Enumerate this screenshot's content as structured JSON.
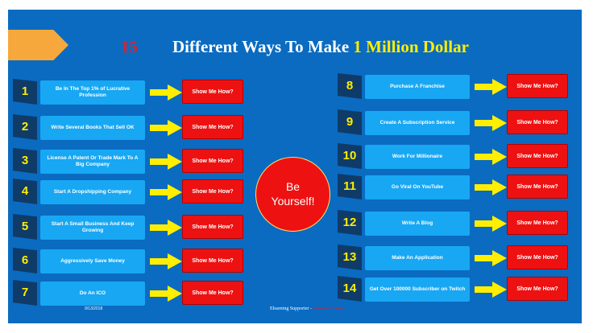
{
  "title": {
    "number": "15",
    "text": "Different Ways To Make",
    "highlight": "1 Million Dollar"
  },
  "center_text": "Be\nYourself!",
  "date": "9/13/2018",
  "footer": {
    "text": "Elearning Supporter - ",
    "link": "Youtube Course"
  },
  "left_items": [
    {
      "num": "1",
      "label": "Be In The Top 1% of Lucrative Profession",
      "button": "Show Me How?"
    },
    {
      "num": "2",
      "label": "Write Several Books That Sell OK",
      "button": "Show Me How?"
    },
    {
      "num": "3",
      "label": "License A Patent Or Trade Mark To A Big Company",
      "button": "Show Me How?"
    },
    {
      "num": "4",
      "label": "Start A Dropshipping Company",
      "button": "Show Me How?"
    },
    {
      "num": "5",
      "label": "Start A Small Business And Keep Growing",
      "button": "Show Me How?"
    },
    {
      "num": "6",
      "label": "Aggressively Save Money",
      "button": "Show Me How?"
    },
    {
      "num": "7",
      "label": "Do An ICO",
      "button": "Show Me How?"
    }
  ],
  "right_items": [
    {
      "num": "8",
      "label": "Purchase A Franchise",
      "button": "Show Me How?"
    },
    {
      "num": "9",
      "label": "Create A Subscription Service",
      "button": "Show Me How?"
    },
    {
      "num": "10",
      "label": "Work For Millionaire",
      "button": "Show Me How?"
    },
    {
      "num": "11",
      "label": "Go Viral On YouTube",
      "button": "Show Me How?"
    },
    {
      "num": "12",
      "label": "Write A Blog",
      "button": "Show Me How?"
    },
    {
      "num": "13",
      "label": "Make An Application",
      "button": "Show Me How?"
    },
    {
      "num": "14",
      "label": "Get Over 100000 Subscriber on Twitch",
      "button": "Show Me How?"
    }
  ],
  "colors": {
    "background": "#0a6bc1",
    "label_box": "#18a7f3",
    "button": "#ee1111",
    "arrow": "#ffee00",
    "flag": "#0f3b69",
    "accent_tab": "#f6a83c"
  }
}
